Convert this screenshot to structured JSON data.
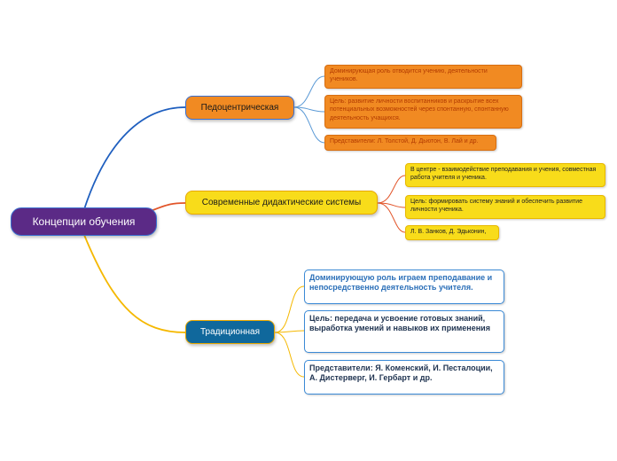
{
  "root": {
    "label": "Концепции обучения"
  },
  "branches": {
    "pedocentric": {
      "label": "Педоцентрическая",
      "leaves": [
        "Доминирующая роль отводится учению, деятельности учеников.",
        "Цель: развитие личности воспитанников и раскрытие всех потенциальных возможностей через спонтанную, спонтанную деятельность учащихся.",
        "Представители: Л. Толстой, Д. Дьютон, В. Лай и др."
      ]
    },
    "modern": {
      "label": "Современные дидактические системы",
      "leaves": [
        "В центре - взаимодействие преподавания и учения, совместная работа учителя и ученика.",
        "Цель: формировать систему знаний и обеспечить развитие личности ученика.",
        "Л. В. Занков, Д. Эдьконин,"
      ]
    },
    "traditional": {
      "label": "Традиционная",
      "leaves": [
        "Доминирующую роль играем преподавание и непосредственно деятельность учителя.",
        "Цель: передача и усвоение готовых знаний,\nвыработка умений и навыков их применения",
        "Представители: Я. Коменский, И. Песталоции,\nА. Дистерверг, И. Гербарт и др."
      ]
    }
  },
  "colors": {
    "root_fill": "#5b2a86",
    "pedocentric_line": "#1f5fbf",
    "modern_line": "#e2552a",
    "traditional_line": "#f5b800",
    "orange_fill": "#f18a22",
    "yellow_fill": "#f8dc1a",
    "blue_fill": "#10689c"
  }
}
